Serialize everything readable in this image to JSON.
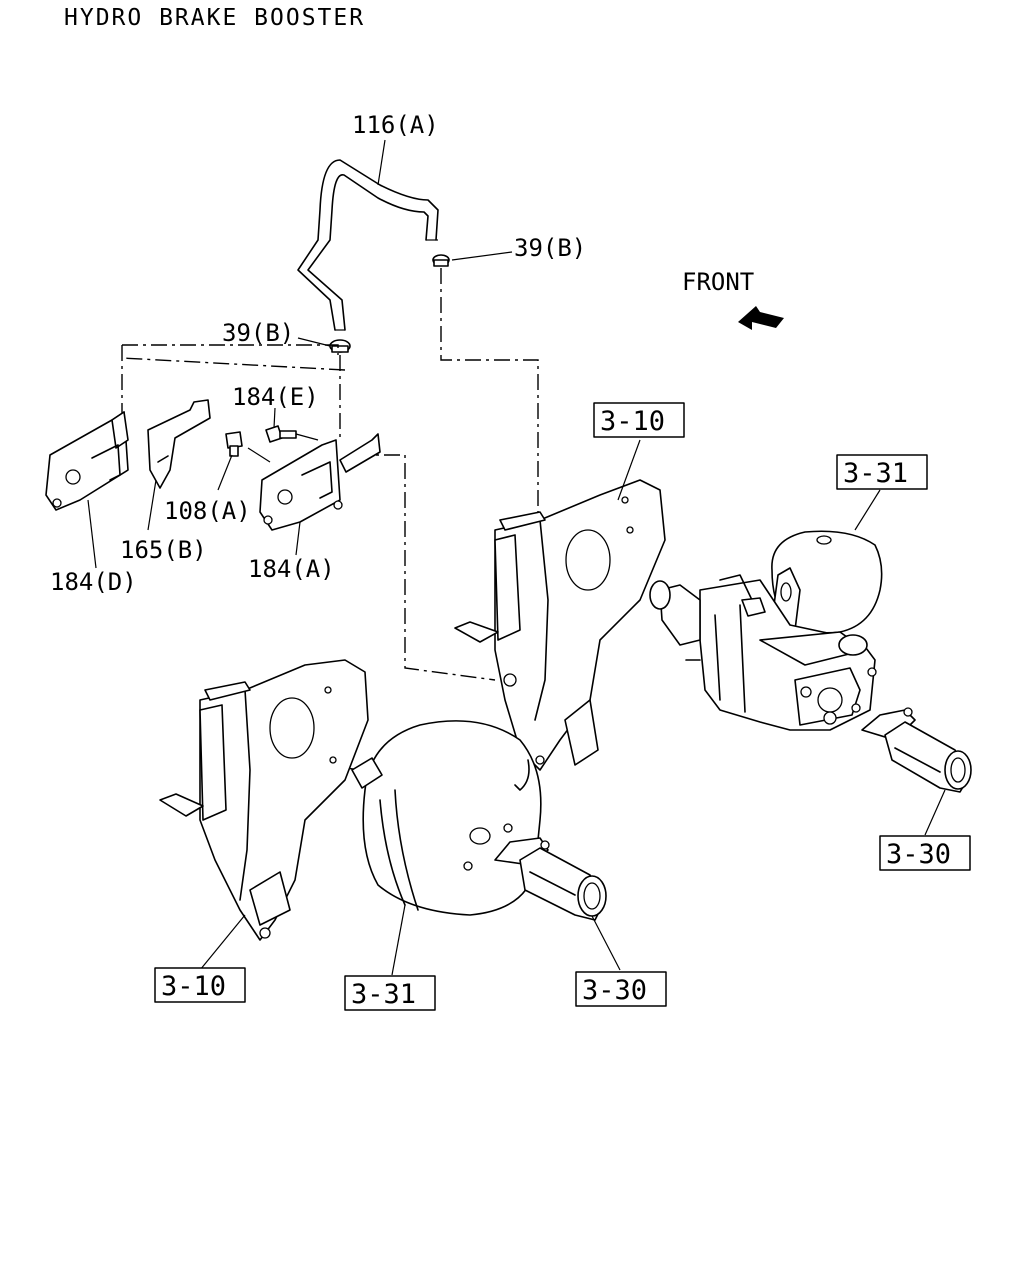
{
  "title": "HYDRO BRAKE BOOSTER",
  "direction": "FRONT",
  "callouts": [
    {
      "id": "116a",
      "label": "116(A)"
    },
    {
      "id": "39b-right",
      "label": "39(B)"
    },
    {
      "id": "39b-left",
      "label": "39(B)"
    },
    {
      "id": "165b",
      "label": "165(B)"
    },
    {
      "id": "108a",
      "label": "108(A)"
    },
    {
      "id": "184e",
      "label": "184(E)"
    },
    {
      "id": "184d",
      "label": "184(D)"
    },
    {
      "id": "184a",
      "label": "184(A)"
    }
  ],
  "references": [
    {
      "id": "3-10-upper",
      "label": "3-10"
    },
    {
      "id": "3-31-upper",
      "label": "3-31"
    },
    {
      "id": "3-30-upper",
      "label": "3-30"
    },
    {
      "id": "3-10-lower",
      "label": "3-10"
    },
    {
      "id": "3-31-lower",
      "label": "3-31"
    },
    {
      "id": "3-30-lower",
      "label": "3-30"
    }
  ]
}
